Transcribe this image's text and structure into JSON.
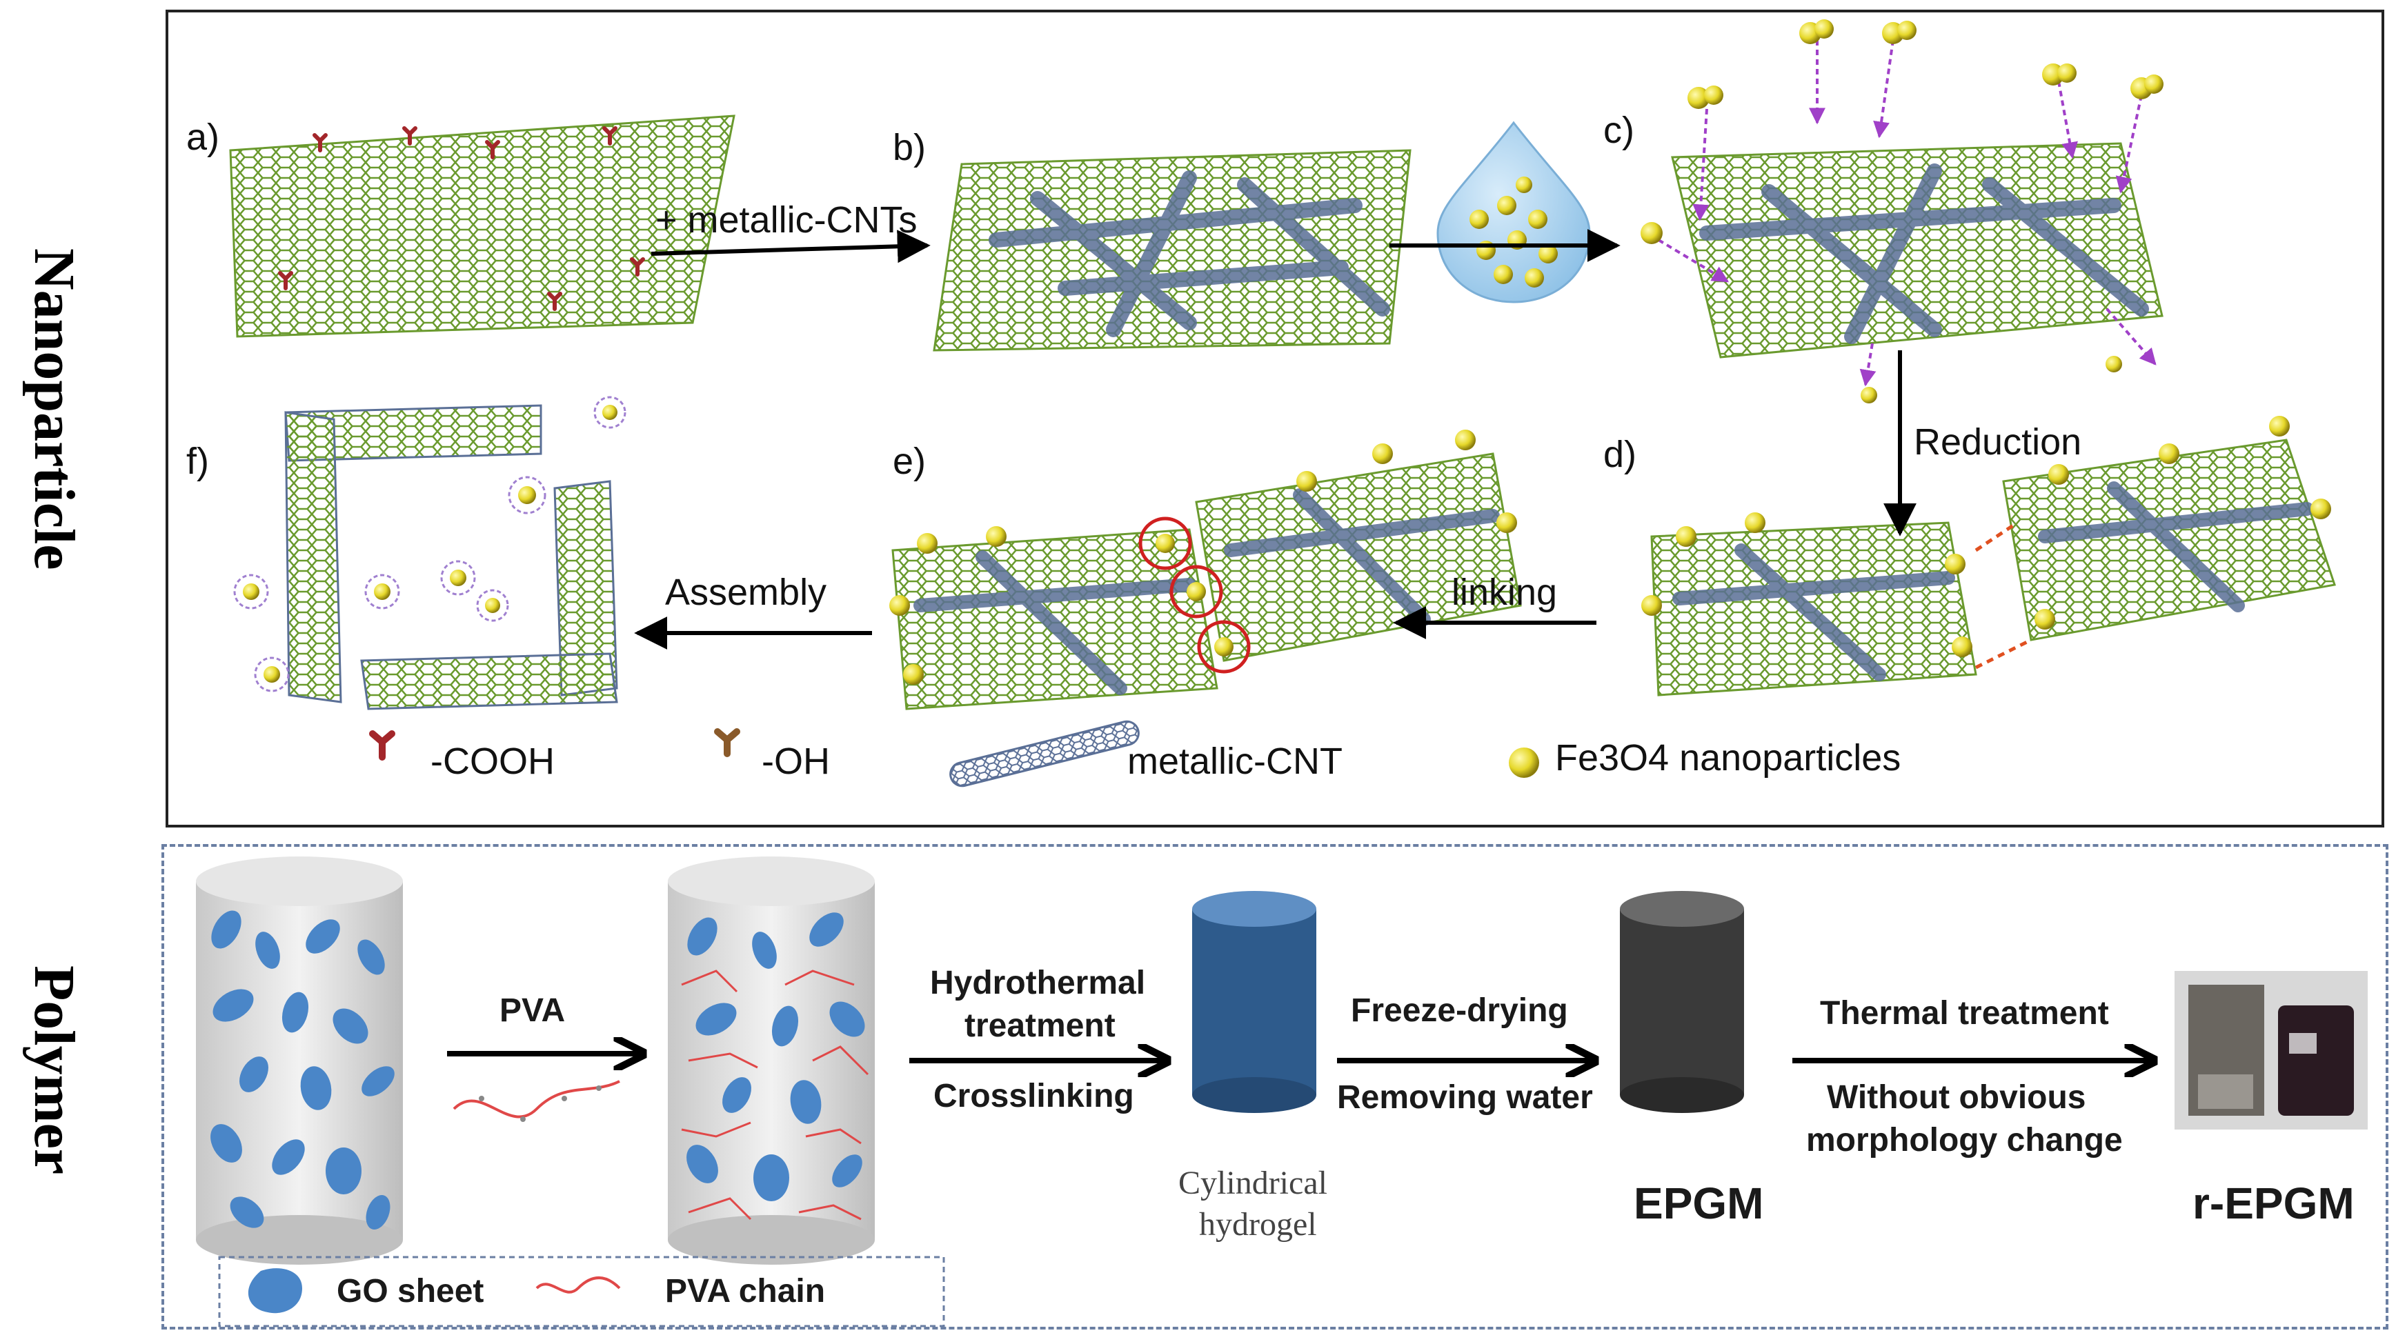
{
  "side_labels": {
    "top": "Nanoparticle",
    "bottom": "Polymer"
  },
  "top": {
    "steps": [
      "a)",
      "b)",
      "c)",
      "d)",
      "e)",
      "f)"
    ],
    "arrows": {
      "ab": "+ metallic-CNTs",
      "cd": "Reduction",
      "de": "linking",
      "ef": "Assembly"
    },
    "legend": {
      "cooh": "-COOH",
      "oh": "-OH",
      "cnt": "metallic-CNT",
      "fe3o4": "Fe3O4 nanoparticles"
    }
  },
  "bottom": {
    "pva": "PVA",
    "hydrothermal_1": "Hydrothermal",
    "hydrothermal_2": "treatment",
    "crosslinking": "Crosslinking",
    "cylindrical_1": "Cylindrical",
    "cylindrical_2": "hydrogel",
    "freeze": "Freeze-drying",
    "removing": "Removing water",
    "epgm": "EPGM",
    "thermal": "Thermal treatment",
    "without_1": "Without obvious",
    "without_2": "morphology change",
    "repgm": "r-EPGM",
    "legend": {
      "go": "GO sheet",
      "pva_chain": "PVA chain"
    }
  },
  "colors": {
    "graphene": "#6a9a2e",
    "cnt": "#5a6f96",
    "fe3o4": "#e6d82a",
    "cooh": "#a3262a",
    "oh": "#8a5a2a",
    "go_sheet": "#4a86c8",
    "pva_chain": "#e04848",
    "hydrogel": "#2e5b8c",
    "epgm": "#3a3a3a"
  }
}
